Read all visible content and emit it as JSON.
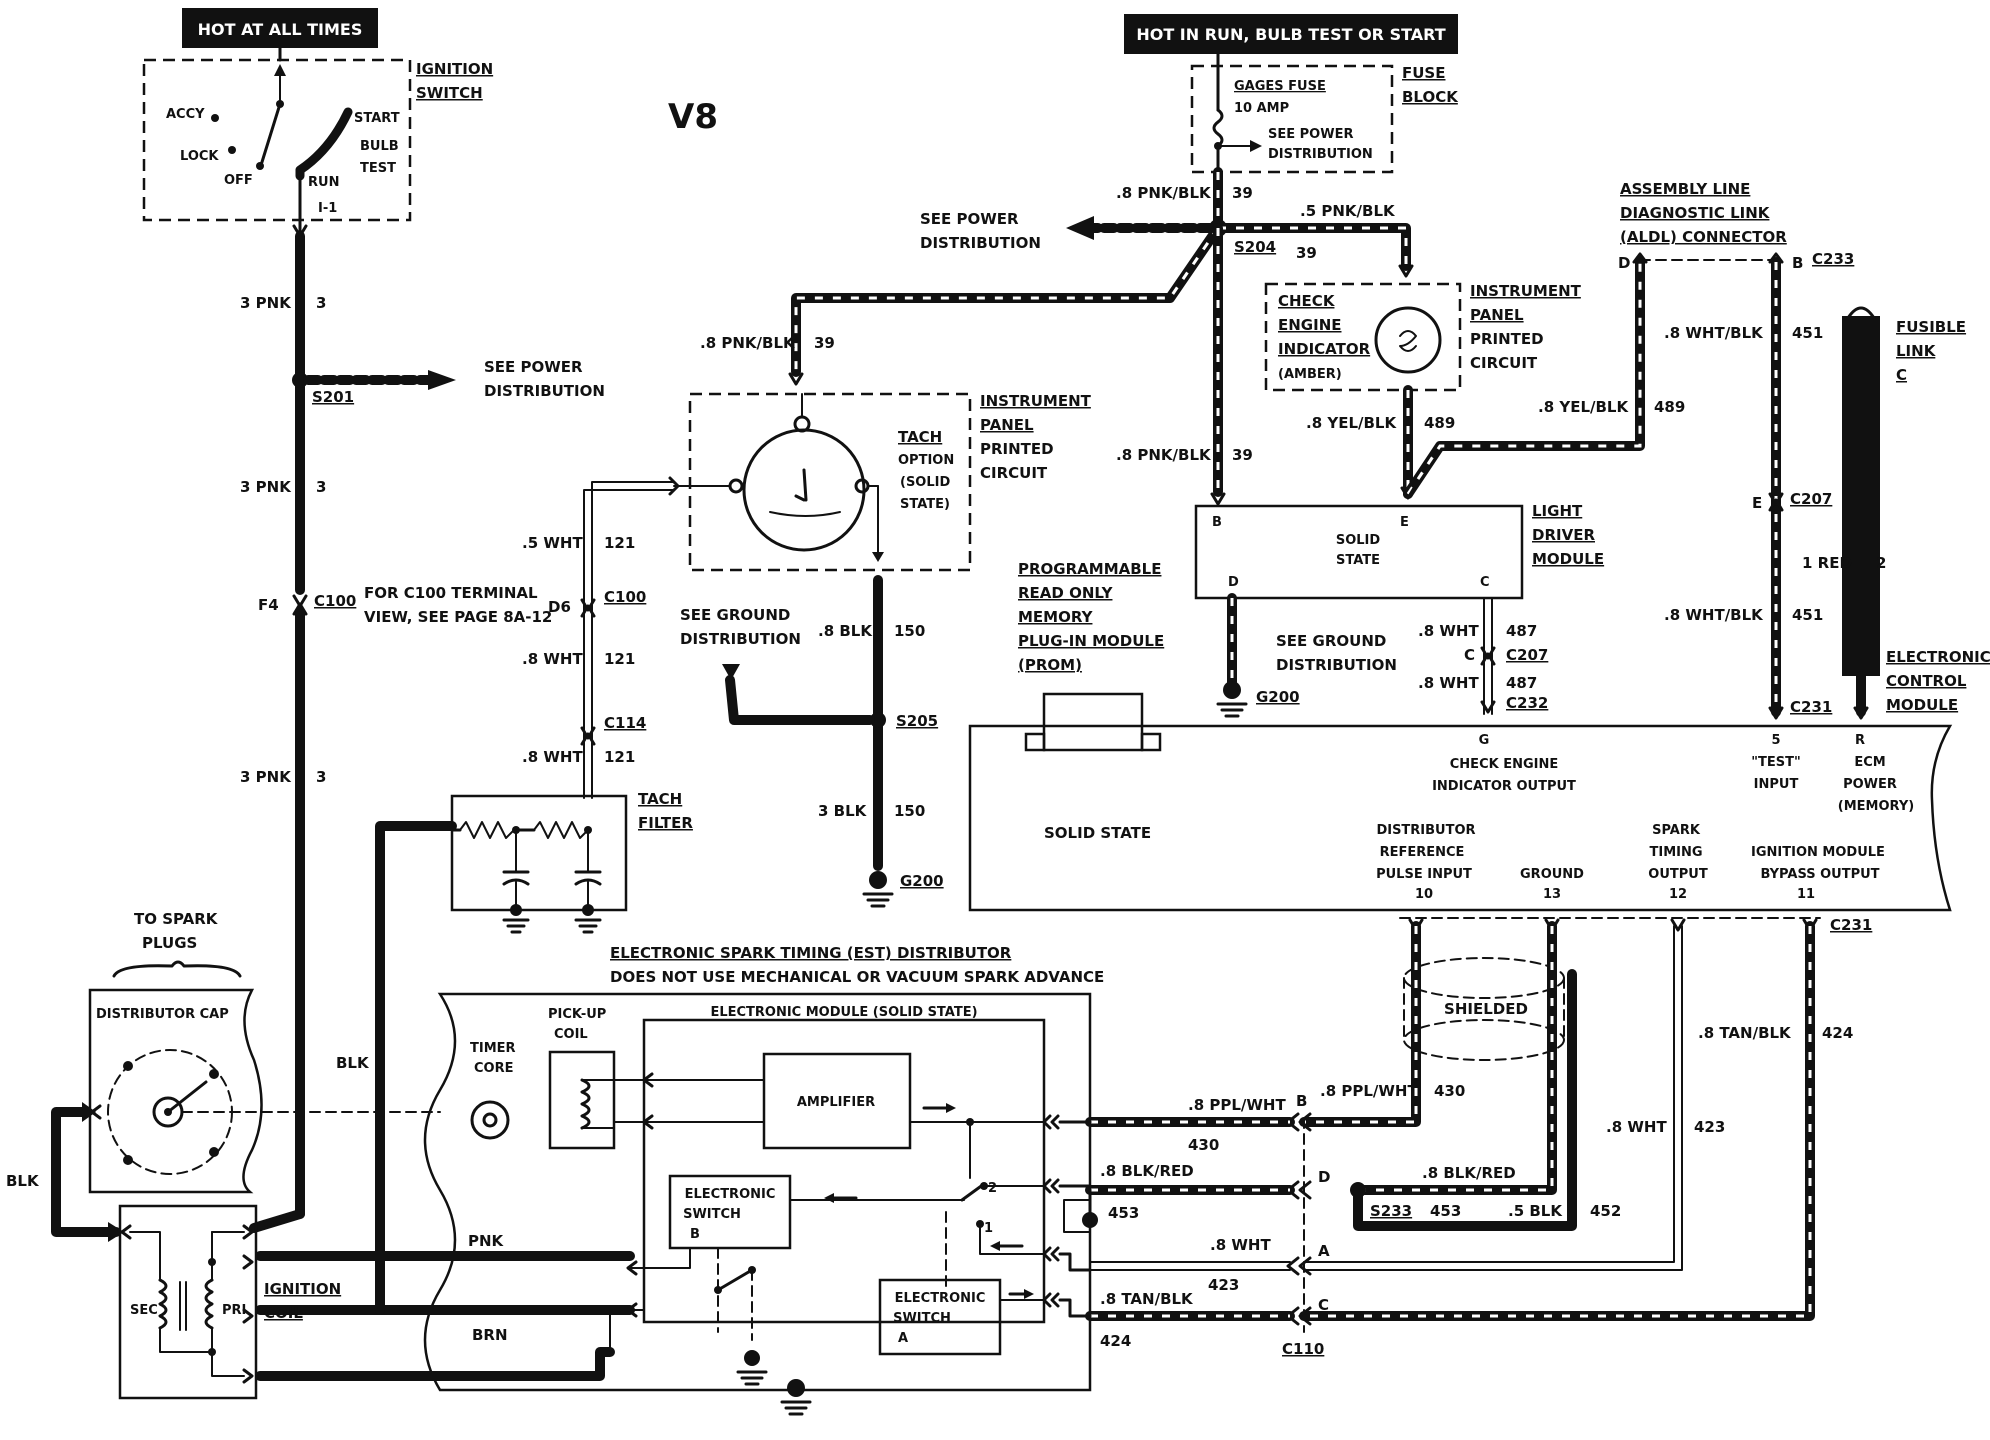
{
  "title": "V8",
  "banners": {
    "hot_all_times": "HOT AT ALL TIMES",
    "hot_run": "HOT IN RUN,  BULB TEST OR START"
  },
  "ignition_switch": {
    "label_1": "IGNITION",
    "label_2": "SWITCH",
    "accy": "ACCY",
    "lock": "LOCK",
    "off": "OFF",
    "start": "START",
    "bulb_1": "BULB",
    "bulb_2": "TEST",
    "run": "RUN",
    "terminal": "I-1"
  },
  "fuse_block": {
    "label_1": "FUSE",
    "label_2": "BLOCK",
    "fuse_name": "GAGES FUSE",
    "fuse_amp": "10 AMP",
    "see_1": "SEE POWER",
    "see_2": "DISTRIBUTION"
  },
  "splices": {
    "s201": "S201",
    "s204": "S204",
    "s205": "S205",
    "s233": "S233"
  },
  "connectors": {
    "c100_left": "C100",
    "c100_tach": "C100",
    "c114": "C114",
    "c207_top": "C207",
    "c207_mid": "C207",
    "c232": "C232",
    "c233": "C233",
    "c231_top": "C231",
    "c231_bottom": "C231",
    "c110": "C110",
    "f4": "F4",
    "d6": "D6"
  },
  "grounds": {
    "g200_left": "G200",
    "g200_right": "G200",
    "see_gnd_1": "SEE GROUND",
    "see_gnd_2": "DISTRIBUTION"
  },
  "power_dist": {
    "line_1": "SEE POWER",
    "line_2": "DISTRIBUTION"
  },
  "c100_note": {
    "line_1": "FOR C100 TERMINAL",
    "line_2": "VIEW, SEE PAGE 8A-12"
  },
  "wires": {
    "pnk3_a": "3 PNK",
    "pnk3_b": "3 PNK",
    "pnk3_c": "3 PNK",
    "ckt3_a": "3",
    "ckt3_b": "3",
    "ckt3_c": "3",
    "pnkblk_a": ".8 PNK/BLK",
    "pnkblk_b": ".8 PNK/BLK",
    "pnkblk_c": ".8 PNK/BLK",
    "pnkblk_5": ".5 PNK/BLK",
    "ckt39_a": "39",
    "ckt39_b": "39",
    "ckt39_c": "39",
    "ckt39_d": "39",
    "wht5": ".5 WHT",
    "wht8_a": ".8 WHT",
    "wht8_b": ".8 WHT",
    "ckt121_a": "121",
    "ckt121_b": "121",
    "ckt121_c": "121",
    "blk8": ".8 BLK",
    "blk3": "3 BLK",
    "ckt150_a": "150",
    "ckt150_b": "150",
    "yelblk_a": ".8 YEL/BLK",
    "yelblk_b": ".8 YEL/BLK",
    "ckt489_a": "489",
    "ckt489_b": "489",
    "whtblk_a": ".8 WHT/BLK",
    "whtblk_b": ".8 WHT/BLK",
    "ckt451_a": "451",
    "ckt451_b": "451",
    "red1": "1 RED",
    "ckt2": "2",
    "wht487_a": ".8 WHT",
    "wht487_b": ".8 WHT",
    "ckt487_a": "487",
    "ckt487_b": "487",
    "blk": "BLK",
    "blk_side": "BLK",
    "pnk": "PNK",
    "brn": "BRN",
    "pplwht_a": ".8 PPL/WHT",
    "pplwht_b": ".8 PPL/WHT",
    "ckt430_a": "430",
    "ckt430_b": "430",
    "blkred_a": ".8 BLK/RED",
    "blkred_b": ".8 BLK/RED",
    "ckt453_a": "453",
    "ckt453_b": "453",
    "blk5": ".5 BLK",
    "ckt452": "452",
    "wht423_a": ".8 WHT",
    "wht423_b": ".8 WHT",
    "ckt423_a": "423",
    "ckt423_b": "423",
    "tanblk_a": ".8 TAN/BLK",
    "tanblk_b": ".8 TAN/BLK",
    "ckt424_a": "424",
    "ckt424_b": "424"
  },
  "pins": {
    "b": "B",
    "d": "D",
    "a": "A",
    "c": "C",
    "e": "E",
    "b2": "B",
    "d2": "D",
    "e2": "E",
    "c2": "C"
  },
  "tach": {
    "l1": "TACH",
    "l2": "OPTION",
    "l3": "(SOLID",
    "l4": "STATE)"
  },
  "ip_circuit": {
    "l1": "INSTRUMENT",
    "l2": "PANEL",
    "l3": "PRINTED",
    "l4": "CIRCUIT",
    "r1": "INSTRUMENT",
    "r2": "PANEL",
    "r3": "PRINTED",
    "r4": "CIRCUIT"
  },
  "check_engine": {
    "l1": "CHECK",
    "l2": "ENGINE",
    "l3": "INDICATOR",
    "l4": "(AMBER)"
  },
  "aldl": {
    "l1": "ASSEMBLY LINE",
    "l2": "DIAGNOSTIC LINK",
    "l3": "(ALDL) CONNECTOR"
  },
  "fusible": {
    "l1": "FUSIBLE",
    "l2": "LINK",
    "l3": "C"
  },
  "ldm": {
    "l1": "LIGHT",
    "l2": "DRIVER",
    "l3": "MODULE",
    "inner1": "SOLID",
    "inner2": "STATE"
  },
  "prom": {
    "l1": "PROGRAMMABLE",
    "l2": "READ ONLY",
    "l3": "MEMORY",
    "l4": "PLUG-IN MODULE",
    "l5": "(PROM)"
  },
  "ecm": {
    "l1": "ELECTRONIC",
    "l2": "CONTROL",
    "l3": "MODULE",
    "solid": "SOLID STATE",
    "g_pin": "G",
    "g_1": "CHECK ENGINE",
    "g_2": "INDICATOR OUTPUT",
    "s_pin": "5",
    "s_1": "\"TEST\"",
    "s_2": "INPUT",
    "r_pin": "R",
    "r_1": "ECM",
    "r_2": "POWER",
    "r_3": "(MEMORY)",
    "dist_1": "DISTRIBUTOR",
    "dist_2": "REFERENCE",
    "dist_3": "PULSE INPUT",
    "dist_pin": "10",
    "gnd_1": "GROUND",
    "gnd_pin": "13",
    "spark_1": "SPARK",
    "spark_2": "TIMING",
    "spark_3": "OUTPUT",
    "spark_pin": "12",
    "bypass_1": "IGNITION MODULE",
    "bypass_2": "BYPASS OUTPUT",
    "bypass_pin": "11"
  },
  "tach_filter": {
    "l1": "TACH",
    "l2": "FILTER"
  },
  "spark_plugs": {
    "l1": "TO SPARK",
    "l2": "PLUGS"
  },
  "distributor": {
    "cap": "DISTRIBUTOR CAP",
    "est_1": "ELECTRONIC SPARK TIMING (EST) DISTRIBUTOR",
    "est_2": "DOES NOT USE MECHANICAL OR VACUUM SPARK ADVANCE",
    "module": "ELECTRONIC MODULE (SOLID STATE)",
    "timer_1": "TIMER",
    "timer_2": "CORE",
    "pickup_1": "PICK-UP",
    "pickup_2": "COIL",
    "amplifier": "AMPLIFIER",
    "esw_b1": "ELECTRONIC",
    "esw_b2": "SWITCH",
    "esw_b3": "B",
    "esw_a1": "ELECTRONIC",
    "esw_a2": "SWITCH",
    "esw_a3": "A",
    "sw1": "1",
    "sw2": "2"
  },
  "coil": {
    "l1": "IGNITION",
    "l2": "COIL",
    "sec": "SEC",
    "pri": "PRI"
  },
  "shielded": "SHIELDED"
}
